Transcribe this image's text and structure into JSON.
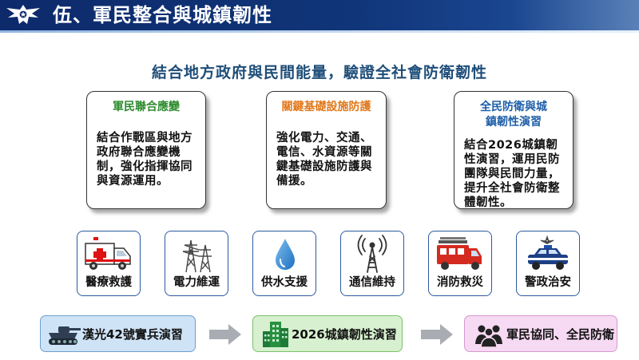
{
  "header": {
    "title": "伍、軍民整合與城鎮韌性",
    "accent": "#0d2a6b"
  },
  "subtitle": "結合地方政府與民間能量，驗證全社會防衛韌性",
  "cards": [
    {
      "title": "軍民聯合應變",
      "body": "結合作戰區與地方政府聯合應變機制，強化指揮協同與資源運用。",
      "color": "#2e8b2e"
    },
    {
      "title": "關鍵基礎設施防護",
      "body": "強化電力、交通、電信、水資源等關鍵基礎設施防護與備援。",
      "color": "#e0781a"
    },
    {
      "title": "全民防衛與城鎮韌性演習",
      "body": "結合2026城鎮韌性演習，運用民防團隊與民間力量，提升全社會防衛整體韌性。",
      "color": "#1f5fa8"
    }
  ],
  "services": [
    {
      "label": "醫療救護",
      "icon": "ambulance-icon"
    },
    {
      "label": "電力維運",
      "icon": "power-tower-icon"
    },
    {
      "label": "供水支援",
      "icon": "water-drop-icon"
    },
    {
      "label": "通信維持",
      "icon": "antenna-icon"
    },
    {
      "label": "消防救災",
      "icon": "fire-truck-icon"
    },
    {
      "label": "警政治安",
      "icon": "police-car-icon"
    }
  ],
  "flow": [
    {
      "label": "漢光42號實兵演習",
      "icon": "tank-icon"
    },
    {
      "label": "2026城鎮韌性演習",
      "icon": "city-buildings-icon"
    },
    {
      "label": "軍民協同、全民防衛",
      "icon": "people-group-icon"
    }
  ]
}
